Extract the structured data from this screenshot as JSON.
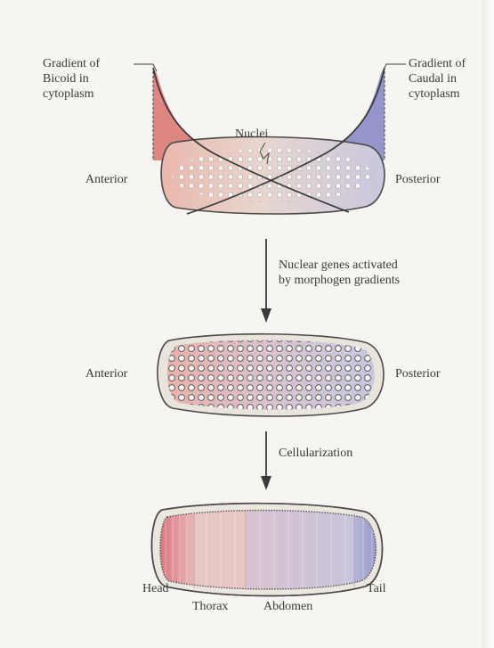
{
  "stage1": {
    "bicoid_label": [
      "Gradient of",
      "Bicoid in",
      "cytoplasm"
    ],
    "caudal_label": [
      "Gradient of",
      "Caudal in",
      "cytoplasm"
    ],
    "nuclei_label": "Nuclei",
    "anterior": "Anterior",
    "posterior": "Posterior"
  },
  "arrow1": {
    "label": [
      "Nuclear genes activated",
      "by morphogen gradients"
    ]
  },
  "stage2": {
    "anterior": "Anterior",
    "posterior": "Posterior"
  },
  "arrow2": {
    "label": "Cellularization"
  },
  "stage3": {
    "segments": [
      "Head",
      "Thorax",
      "Abdomen",
      "Tail"
    ]
  },
  "colors": {
    "bicoid": "#d96a6a",
    "caudal": "#8d8fc4",
    "embryo_fill": "#ebe3d8",
    "outline": "#3c3c3c"
  }
}
